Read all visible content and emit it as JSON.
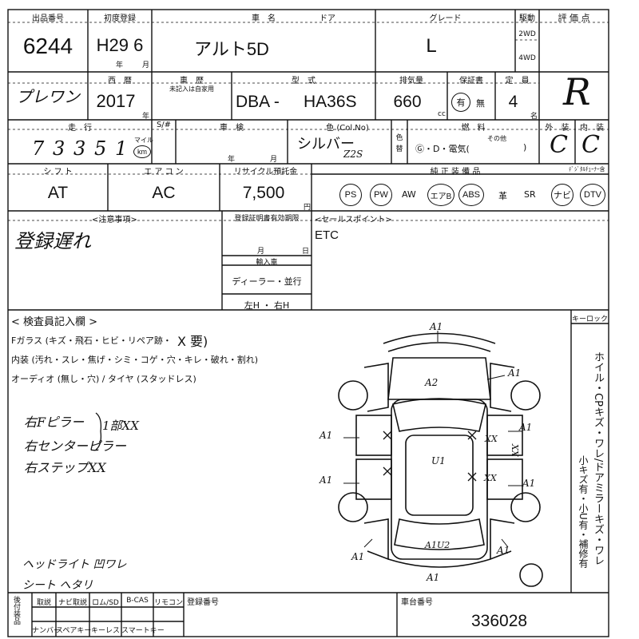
{
  "header": {
    "lot_no_label": "出品番号",
    "lot_no": "6244",
    "reg_label": "初度登録",
    "reg_value": "H29 6",
    "year_unit": "年",
    "month_unit": "月",
    "car_name_label": "車　名",
    "car_name": "アルト5D",
    "door_label": "ドア",
    "grade_label": "グレード",
    "grade": "L",
    "drive_label": "駆動",
    "drive_2wd": "2WD",
    "drive_4wd": "4WD",
    "score_label": "評 価 点",
    "score": "R"
  },
  "row2": {
    "memo": "プレワン",
    "model_year_label": "西　暦",
    "model_year": "2017",
    "year_unit": "年",
    "inspect_label": "車　歴",
    "inspect_note": "未記入は自家用",
    "type_label": "型　式",
    "type_prefix": "DBA -",
    "type_code": "HA36S",
    "displacement_label": "排気量",
    "displacement": "660",
    "cc_unit": "cc",
    "warranty_label": "保証書",
    "warranty_yes": "有",
    "warranty_no": "無",
    "capacity_label": "定　員",
    "capacity": "4",
    "capacity_unit": "名"
  },
  "row3": {
    "mileage_label": "走　行",
    "mileage_digits": [
      "7",
      "3",
      "3",
      "5",
      "1"
    ],
    "mile_unit": "マイル",
    "km_unit": "km",
    "s_label": "S/#",
    "inspection_label": "車　検",
    "year_unit": "年",
    "month_unit": "月",
    "color_label": "色 (Col.No)",
    "color": "シルバー",
    "color_code": "Z2S",
    "color_change_label": "色替",
    "fuel_label": "燃　料",
    "fuel_options": "Ⓖ・D・電気(",
    "fuel_other_label": "その他",
    "fuel_close": ")",
    "exterior_label": "外　装",
    "exterior": "C",
    "interior_label": "内　装",
    "interior": "C"
  },
  "row4": {
    "shift_label": "シ フ ト",
    "shift": "AT",
    "aircon_label": "エ ア コ ン",
    "aircon": "AC",
    "recycle_label": "リサイクル預託金",
    "recycle": "7,500",
    "yen_unit": "円",
    "equipment_label": "純 正 装 備 品",
    "equipment": [
      "PS",
      "PW",
      "AW",
      "エアB",
      "ABS",
      "革",
      "SR",
      "ナビ",
      "DTV"
    ],
    "tuner_label": "ﾃﾞｼﾞﾀﾙﾁｭｰﾅｰ含"
  },
  "notes": {
    "caution_label": "<注意事項>",
    "caution_text": "登録遅れ",
    "reg_expiry_label": "登録証明書有効期限",
    "month_unit": "月",
    "day_unit": "日",
    "import_label": "輸入車",
    "import_dealer": "ディーラー・並行",
    "import_steer": "左H ・ 右H",
    "selling_label": "<セールスポイント>",
    "selling_text": "ETC"
  },
  "inspector": {
    "title": "< 検査員記入欄 >",
    "line1": "Fガラス (キズ・飛石・ヒビ・リペア跡・",
    "line1_mark": "X 要)",
    "line2": "内装 (汚れ・スレ・焦げ・シミ・コゲ・穴・キレ・破れ・割れ)",
    "line3": "オーディオ (無し・穴) / タイヤ (スタッドレス)",
    "hand_notes": [
      "右Fピラー",
      "右センターピラー",
      "右ステップXX"
    ],
    "hand_side": "1部XX",
    "hand_bottom": [
      "ヘッドライト 凹ワレ",
      "シート へタリ"
    ],
    "keylock_label": "キーロック",
    "side_vertical": "ホイル・CPキズ・ワレ/ドアミラーキズ・ワレ",
    "side_vertical2": "小キズ有・小U有・補修有"
  },
  "diagram_marks": {
    "a1": "A1",
    "a2": "A2",
    "u1": "U1",
    "a1u2": "A1U2",
    "xx": "XX",
    "x_mark": "XX"
  },
  "footer": {
    "after_label": "後付装品",
    "items_row1": [
      "取説",
      "ナビ取説",
      "ロム/SD",
      "B-CAS",
      "リモコン"
    ],
    "items_row2": [
      "ナンバー",
      "スペアキー",
      "キーレス",
      "スマートキー"
    ],
    "reg_no_label": "登録番号",
    "chassis_label": "車台番号",
    "chassis_no": "336028"
  }
}
